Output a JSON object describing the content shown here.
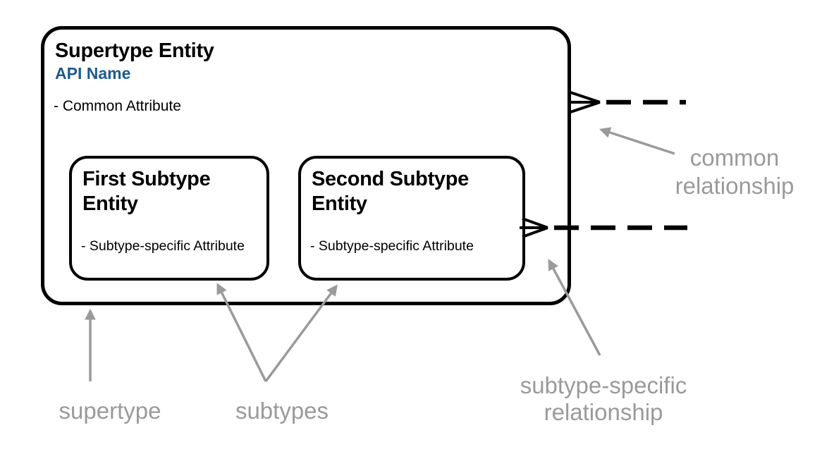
{
  "supertype": {
    "title": "Supertype Entity",
    "api_name": "API Name",
    "attribute": "- Common Attribute"
  },
  "subtypes": [
    {
      "title": "First Subtype Entity",
      "attribute": "- Subtype-specific Attribute"
    },
    {
      "title": "Second Subtype Entity",
      "attribute": "- Subtype-specific Attribute"
    }
  ],
  "callouts": {
    "supertype": "supertype",
    "subtypes": "subtypes",
    "common_relationship": "common relationship",
    "subtype_specific_relationship": "subtype-specific relationship"
  },
  "colors": {
    "api_name_blue": "#1F5A8C",
    "callout_gray": "#9A9A9A",
    "line_black": "#000000",
    "background": "#FFFFFF"
  }
}
